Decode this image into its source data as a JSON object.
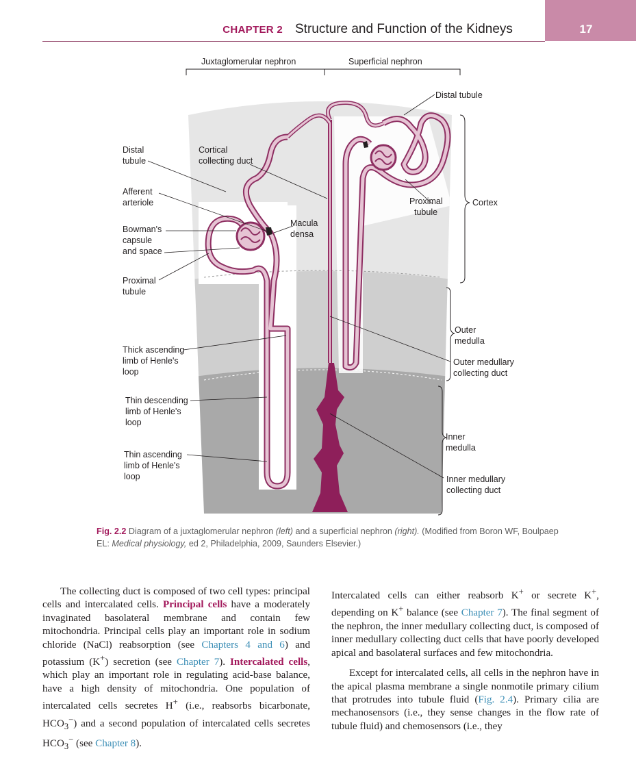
{
  "header": {
    "chapter_label": "CHAPTER 2",
    "chapter_title": "Structure and Function of the Kidneys",
    "page_number": "17"
  },
  "figure": {
    "labels": {
      "juxtaglomerular_nephron": "Juxtaglomerular nephron",
      "superficial_nephron": "Superficial nephron",
      "distal_tubule_right": "Distal tubule",
      "distal_tubule_left": [
        "Distal",
        "tubule"
      ],
      "cortical_collecting_duct": [
        "Cortical",
        "collecting duct"
      ],
      "afferent_arteriole": [
        "Afferent",
        "arteriole"
      ],
      "bowmans_capsule": [
        "Bowman's",
        "capsule",
        "and space"
      ],
      "macula_densa": [
        "Macula",
        "densa"
      ],
      "proximal_tubule_right": [
        "Proximal",
        "tubule"
      ],
      "proximal_tubule_left": [
        "Proximal",
        "tubule"
      ],
      "cortex": "Cortex",
      "thick_ascending": [
        "Thick ascending",
        "limb of Henle's",
        "loop"
      ],
      "outer_medulla": [
        "Outer",
        "medulla"
      ],
      "outer_medullary_cd": [
        "Outer medullary",
        "collecting duct"
      ],
      "thin_descending": [
        "Thin descending",
        "limb of Henle's",
        "loop"
      ],
      "inner_medulla": [
        "Inner",
        "medulla"
      ],
      "thin_ascending": [
        "Thin ascending",
        "limb of Henle's",
        "loop"
      ],
      "inner_medullary_cd": [
        "Inner medullary",
        "collecting duct"
      ]
    },
    "colors": {
      "cortex": "#e6e6e6",
      "outer_medulla": "#cfcfcf",
      "inner_medulla": "#a9a9a9",
      "tubule_outline": "#8e2f62",
      "tubule_fill": "#e6c4d4",
      "collecting_duct": "#8e1f5a",
      "accent": "#a2185b",
      "link": "#3a8db5"
    }
  },
  "caption": {
    "label": "Fig. 2.2",
    "text_1": " Diagram of a juxtaglomerular nephron ",
    "left_em": "(left)",
    "text_2": " and a superficial nephron ",
    "right_em": "(right).",
    "text_3": " (Modified from Boron WF, Boulpaep EL: ",
    "book": "Medical physiology,",
    "text_4": " ed 2, Philadelphia, 2009, Saunders Elsevier.)"
  },
  "body": {
    "left": {
      "t1": "The collecting duct is composed of two cell types: principal cells and intercalated cells. ",
      "kw_principal": "Principal cells",
      "t2": " have a moderately invaginated basolateral membrane and contain few mitochondria. Principal cells play an important role in sodium chloride (NaCl) reabsorption (see ",
      "link_ch46": "Chapters 4 and 6",
      "t3": ") and potassium (K",
      "t3b": ") secretion (see ",
      "link_ch7": "Chapter 7",
      "t4": "). ",
      "kw_intercalated": "Intercalated cells",
      "t5": ", which play an important role in regulating acid-base balance, have a high density of mitochondria. One population of intercalated cells secretes H",
      "t6": " (i.e., reabsorbs bicarbonate, HCO",
      "t7": ") and a second population of intercalated cells secretes HCO",
      "t8": " (see ",
      "link_ch8": "Chapter 8",
      "t9": ")."
    },
    "right": {
      "t1": "Intercalated cells can either reabsorb K",
      "t2": " or secrete K",
      "t3": ", depending on K",
      "t4": " balance (see ",
      "link_ch7": "Chapter 7",
      "t5": "). The final segment of the nephron, the inner medullary collecting duct, is composed of inner medullary collecting duct cells that have poorly developed apical and basolateral surfaces and few mitochondria.",
      "p2_t1": "Except for intercalated cells, all cells in the nephron have in the apical plasma membrane a single nonmotile primary cilium that protrudes into tubule fluid (",
      "link_fig24": "Fig. 2.4",
      "p2_t2": "). Primary cilia are mechanosensors (i.e., they sense changes in the flow rate of tubule fluid) and chemosensors (i.e., they"
    },
    "sup_plus": "+",
    "sub_3": "3",
    "sup_minus": "−"
  }
}
